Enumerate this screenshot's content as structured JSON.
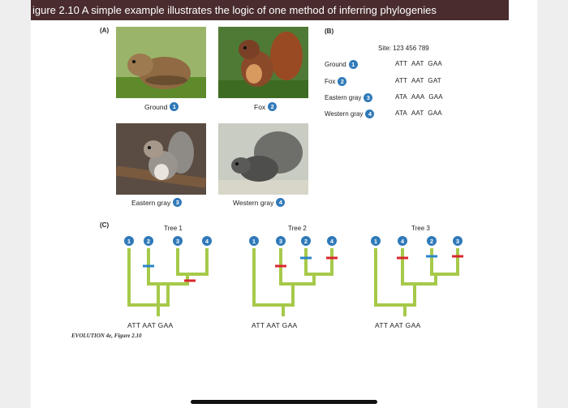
{
  "figure_title": "igure 2.10  A simple example illustrates the logic of one method of inferring phylogenies",
  "panels": {
    "a": "(A)",
    "b": "(B)",
    "c": "(C)"
  },
  "photos": [
    {
      "name": "Ground",
      "num": "1"
    },
    {
      "name": "Fox",
      "num": "2"
    },
    {
      "name": "Eastern gray",
      "num": "3"
    },
    {
      "name": "Western gray",
      "num": "4"
    }
  ],
  "sequence_table": {
    "site_header": "Site: 123  456  789",
    "rows": [
      {
        "name": "Ground",
        "num": "1",
        "codons": [
          "ATT",
          "AAT",
          "GAA"
        ]
      },
      {
        "name": "Fox",
        "num": "2",
        "codons": [
          "ATT",
          "AAT",
          "GAT"
        ]
      },
      {
        "name": "Eastern gray",
        "num": "3",
        "codons": [
          "ATA",
          "AAA",
          "GAA"
        ]
      },
      {
        "name": "Western gray",
        "num": "4",
        "codons": [
          "ATA",
          "AAT",
          "GAA"
        ]
      }
    ]
  },
  "trees": [
    {
      "label": "Tree 1",
      "tips": [
        "1",
        "2",
        "3",
        "4"
      ],
      "root_sequence": "ATT  AAT  GAA"
    },
    {
      "label": "Tree 2",
      "tips": [
        "1",
        "3",
        "2",
        "4"
      ],
      "root_sequence": "ATT  AAT  GAA"
    },
    {
      "label": "Tree 3",
      "tips": [
        "1",
        "4",
        "2",
        "3"
      ],
      "root_sequence": "ATT  AAT  GAA"
    }
  ],
  "credit": "EVOLUTION 4e, Figure 2.10",
  "colors": {
    "title_bar": "#4a2c2e",
    "branch": "#a6c94a",
    "badge": "#2f79b9",
    "change_red": "#d9272e",
    "change_blue": "#2a86c8"
  }
}
